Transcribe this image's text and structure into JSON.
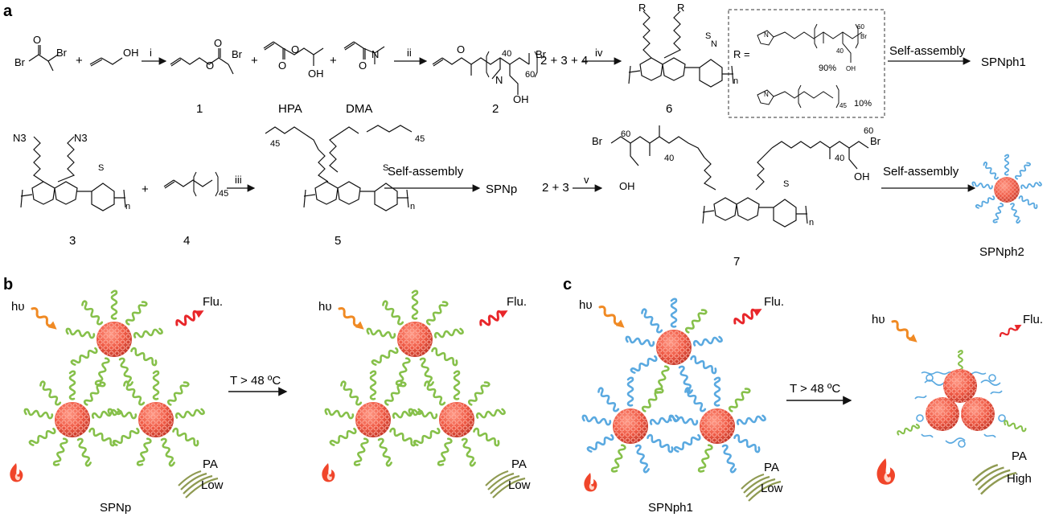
{
  "panels": {
    "a": "a",
    "b": "b",
    "c": "c"
  },
  "compounds": {
    "c1": "1",
    "hpa": "HPA",
    "dma": "DMA",
    "c2": "2",
    "c3": "3",
    "c4": "4",
    "c5": "5",
    "c6": "6",
    "c7": "7"
  },
  "reagents": {
    "i": "i",
    "ii": "ii",
    "iii": "iii",
    "iv": "iv",
    "v": "v"
  },
  "reactants": {
    "plus": "+",
    "mix_234": "2 + 3 + 4",
    "mix_23": "2 + 3"
  },
  "r_group": {
    "r_eq": "R =",
    "r_label": "R",
    "pct_90": "90%",
    "pct_10": "10%",
    "sub_40": "40",
    "sub_60": "60",
    "sub_45": "45",
    "sub_n": "n"
  },
  "atoms": {
    "br": "Br",
    "oh": "OH",
    "n3": "N3",
    "o": "O",
    "n": "N",
    "s": "S"
  },
  "products": {
    "self_assembly": "Self-assembly",
    "spnph1": "SPNph1",
    "spnp": "SPNp",
    "spnph2": "SPNph2"
  },
  "panel_b": {
    "hv": "hυ",
    "flu": "Flu.",
    "temp": "T > 48 ºC",
    "pa": "PA",
    "low": "Low",
    "caption": "SPNp"
  },
  "panel_c": {
    "hv": "hυ",
    "flu": "Flu.",
    "temp": "T > 48 ºC",
    "pa": "PA",
    "low": "Low",
    "high": "High",
    "caption": "SPNph1"
  },
  "colors": {
    "core": "#ef5a45",
    "green_arm": "#86c04a",
    "blue_arm": "#5aa9e0",
    "hv_wave": "#f08a24",
    "flu_wave": "#e8262a",
    "pa_wave": "#8f9a52",
    "flame": "#f0452a"
  }
}
